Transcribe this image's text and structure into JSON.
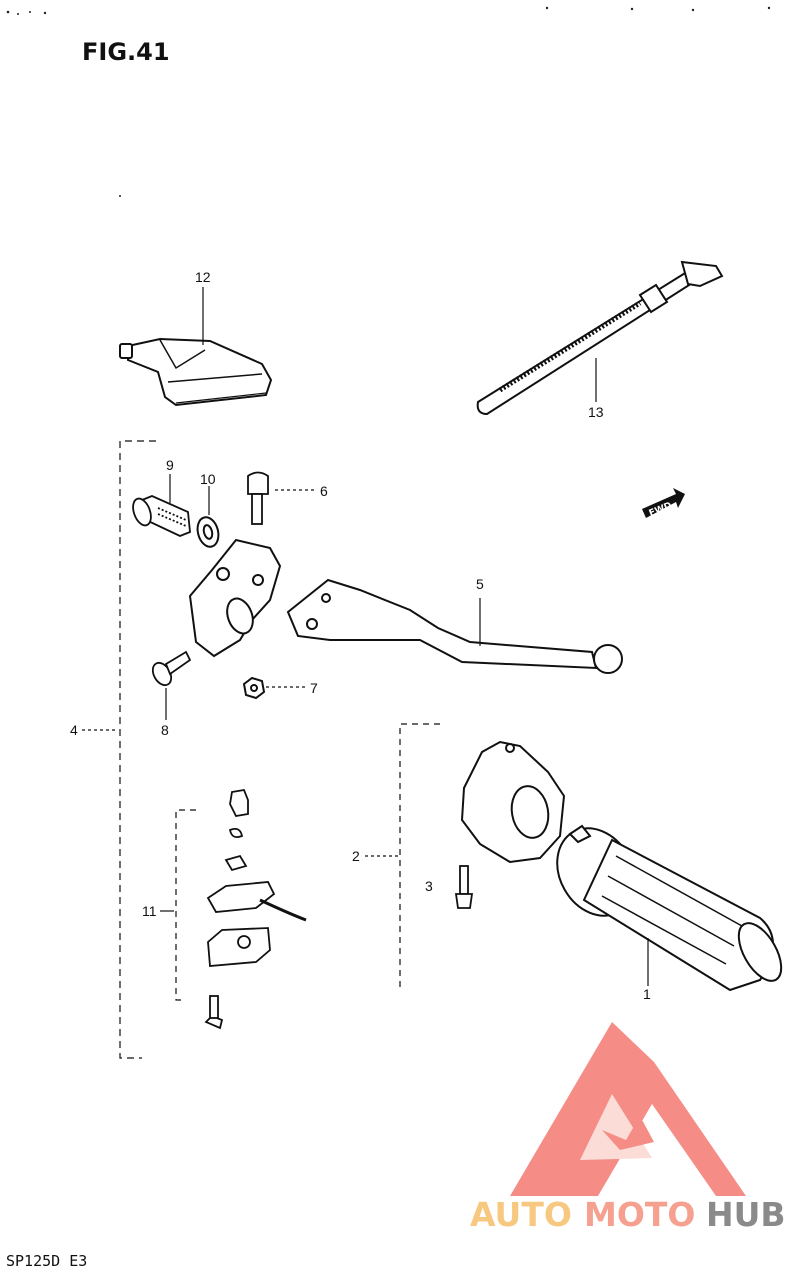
{
  "figure": {
    "title": "FIG.41",
    "model_code": "SP125D E3"
  },
  "callouts": [
    {
      "id": "c1",
      "text": "1"
    },
    {
      "id": "c2",
      "text": "2"
    },
    {
      "id": "c3",
      "text": "3"
    },
    {
      "id": "c4",
      "text": "4"
    },
    {
      "id": "c5",
      "text": "5"
    },
    {
      "id": "c6",
      "text": "6"
    },
    {
      "id": "c7",
      "text": "7"
    },
    {
      "id": "c8",
      "text": "8"
    },
    {
      "id": "c9",
      "text": "9"
    },
    {
      "id": "c10",
      "text": "10"
    },
    {
      "id": "c11",
      "text": "11"
    },
    {
      "id": "c12",
      "text": "12"
    },
    {
      "id": "c13",
      "text": "13"
    }
  ],
  "fwd_badge": "FWD",
  "watermark": {
    "word_1": "AUTO",
    "word_2": "MOTO",
    "word_3": "HUB",
    "colors": {
      "auto": "#f7c980",
      "moto": "#f6a08f",
      "hub": "#8a8a8a",
      "logo": "#f47a72"
    }
  }
}
